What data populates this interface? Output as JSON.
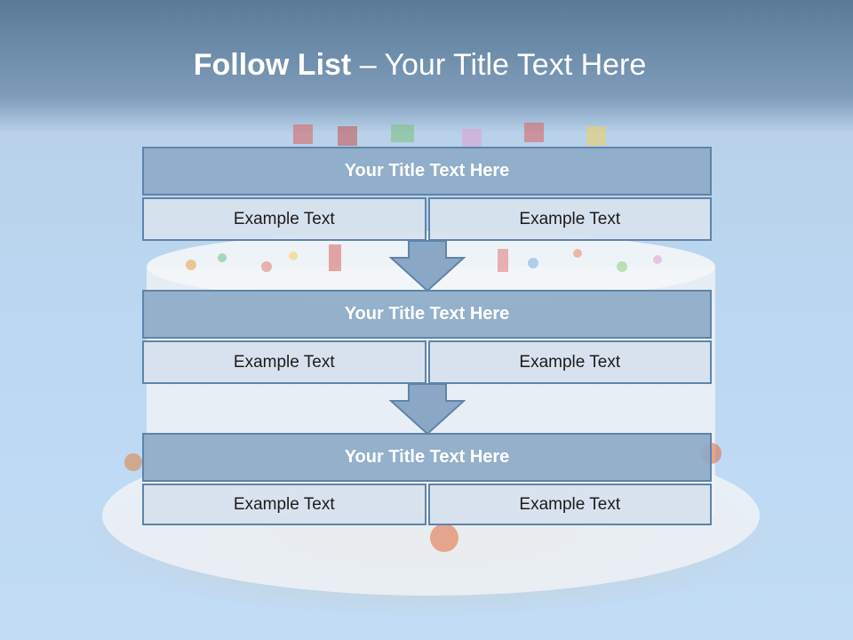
{
  "slide": {
    "title_bold": "Follow List",
    "title_rest": " – Your Title Text Here"
  },
  "steps": [
    {
      "title": "Your Title Text Here",
      "left": "Example Text",
      "right": "Example Text"
    },
    {
      "title": "Your Title Text Here",
      "left": "Example Text",
      "right": "Example Text"
    },
    {
      "title": "Your Title Text Here",
      "left": "Example Text",
      "right": "Example Text"
    }
  ],
  "colors": {
    "header_fill": "#8daac7",
    "border": "#5f84a9",
    "cell_fill": "#d7e2ee",
    "background": "#bcd8f3"
  }
}
